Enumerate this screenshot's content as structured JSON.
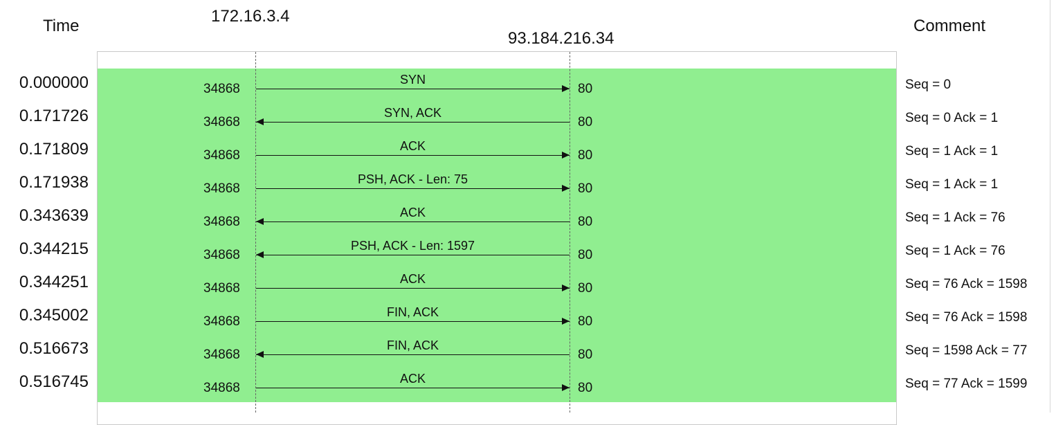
{
  "headers": {
    "time": "Time",
    "comment": "Comment"
  },
  "hosts": {
    "a": "172.16.3.4",
    "b": "93.184.216.34"
  },
  "colors": {
    "row_background": "#90EE90",
    "arrow": "#111111"
  },
  "rows": [
    {
      "time": "0.000000",
      "src_port": "34868",
      "dst_port": "80",
      "label": "SYN",
      "direction": "right",
      "comment": "Seq = 0"
    },
    {
      "time": "0.171726",
      "src_port": "34868",
      "dst_port": "80",
      "label": "SYN, ACK",
      "direction": "left",
      "comment": "Seq = 0 Ack = 1"
    },
    {
      "time": "0.171809",
      "src_port": "34868",
      "dst_port": "80",
      "label": "ACK",
      "direction": "right",
      "comment": "Seq = 1 Ack = 1"
    },
    {
      "time": "0.171938",
      "src_port": "34868",
      "dst_port": "80",
      "label": "PSH, ACK - Len: 75",
      "direction": "right",
      "comment": "Seq = 1 Ack = 1"
    },
    {
      "time": "0.343639",
      "src_port": "34868",
      "dst_port": "80",
      "label": "ACK",
      "direction": "left",
      "comment": "Seq = 1 Ack = 76"
    },
    {
      "time": "0.344215",
      "src_port": "34868",
      "dst_port": "80",
      "label": "PSH, ACK - Len: 1597",
      "direction": "left",
      "comment": "Seq = 1 Ack = 76"
    },
    {
      "time": "0.344251",
      "src_port": "34868",
      "dst_port": "80",
      "label": "ACK",
      "direction": "right",
      "comment": "Seq = 76 Ack = 1598"
    },
    {
      "time": "0.345002",
      "src_port": "34868",
      "dst_port": "80",
      "label": "FIN, ACK",
      "direction": "right",
      "comment": "Seq = 76 Ack = 1598"
    },
    {
      "time": "0.516673",
      "src_port": "34868",
      "dst_port": "80",
      "label": "FIN, ACK",
      "direction": "left",
      "comment": "Seq = 1598 Ack = 77"
    },
    {
      "time": "0.516745",
      "src_port": "34868",
      "dst_port": "80",
      "label": "ACK",
      "direction": "right",
      "comment": "Seq = 77 Ack = 1599"
    }
  ]
}
